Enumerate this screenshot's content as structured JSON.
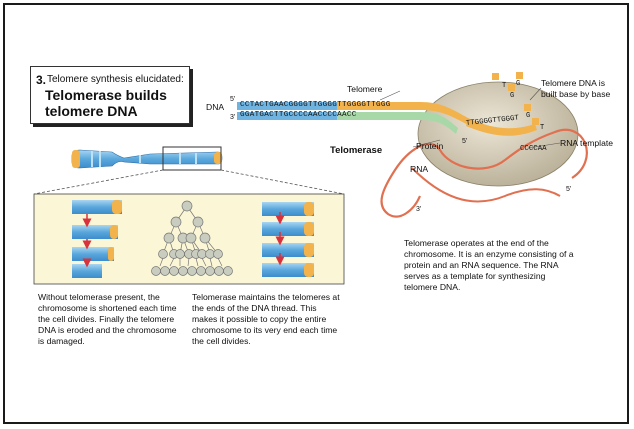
{
  "title": {
    "number": "3.",
    "subtitle": "Telomere synthesis elucidated:",
    "heading_line1": "Telomerase builds",
    "heading_line2": "telomere DNA"
  },
  "labels": {
    "dna": "DNA",
    "five_prime_top": "5'",
    "three_prime_bottom": "3'",
    "telomere": "Telomere",
    "telomerase": "Telomerase",
    "protein": "Protein",
    "rna": "RNA",
    "rna_template": "RNA template",
    "telomere_dna_built": "Telomere DNA is built base by base",
    "five_prime_rna": "5'",
    "three_prime_end": "3'",
    "five_prime_overhang": "5'"
  },
  "sequences": {
    "top_strand": "CCTACTGAACGGGGTTGGGGTTGGGGTTGGG",
    "bottom_strand": "GGATGACTTGCCCCAACCCCAACC",
    "overhang": "TTGGGGTTGGGT",
    "template": "CCCCAA",
    "free_bases": [
      "T",
      "G",
      "G",
      "G",
      "T"
    ]
  },
  "captions": {
    "without": "Without telomerase present, the chromosome is shortened each time the cell divides. Finally the telomere DNA is eroded and the chromosome is damaged.",
    "with": "Telomerase maintains the telomeres at the ends of the DNA thread. This makes it possible to copy the entire chromosome to its very end each time the cell divides.",
    "operates": "Telomerase operates at the end of the chromosome. It is an enzyme consisting of a protein and an RNA sequence. The RNA serves as a template for synthesizing telomere DNA."
  },
  "colors": {
    "chromosome_blue": "#6fb3e0",
    "telomere_orange": "#f2b24c",
    "rna_red": "#e07050",
    "panel_bg": "#fbf6d6",
    "enzyme": "#d9d2bf",
    "arrow_red": "#d8323c"
  }
}
